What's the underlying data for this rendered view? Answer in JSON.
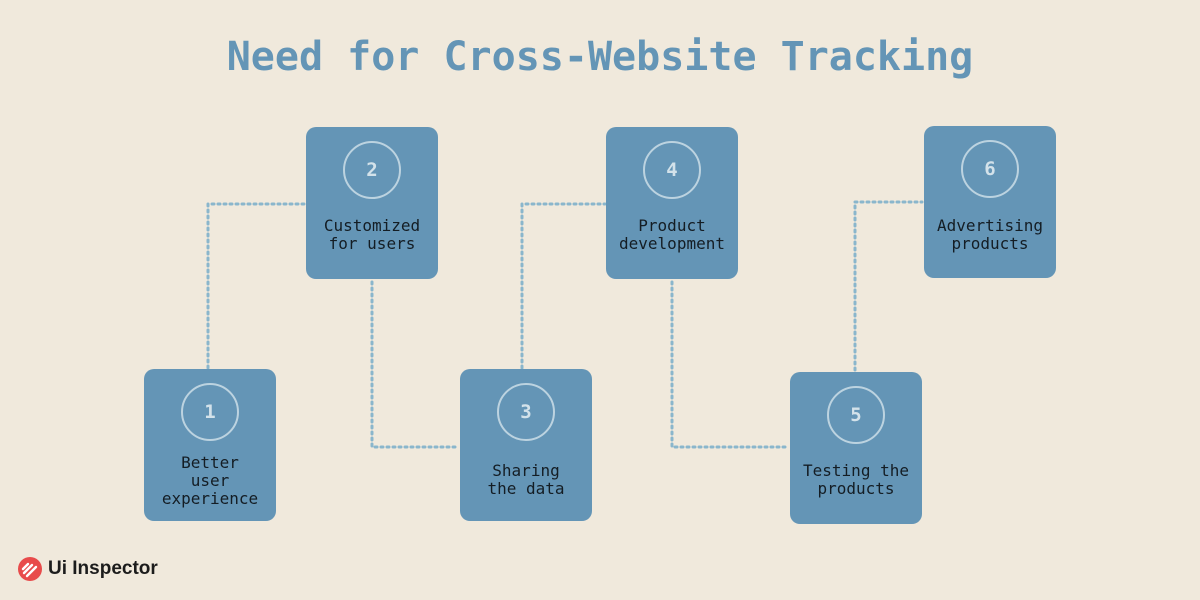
{
  "title": "Need for Cross-Website Tracking",
  "steps": [
    {
      "number": "1",
      "label": "Better\nuser\nexperience"
    },
    {
      "number": "2",
      "label": "Customized\nfor users"
    },
    {
      "number": "3",
      "label": "Sharing\nthe data"
    },
    {
      "number": "4",
      "label": "Product\ndevelopment"
    },
    {
      "number": "5",
      "label": "Testing the\nproducts"
    },
    {
      "number": "6",
      "label": "Advertising\nproducts"
    }
  ],
  "brand": {
    "name": "Ui Inspector",
    "icon": "ui-inspector-logo-icon"
  },
  "colors": {
    "background": "#f0e9dc",
    "box": "#6495b6",
    "title": "#6495b6",
    "connector": "#8ab6cc",
    "brand_icon": "#e84b4b"
  }
}
